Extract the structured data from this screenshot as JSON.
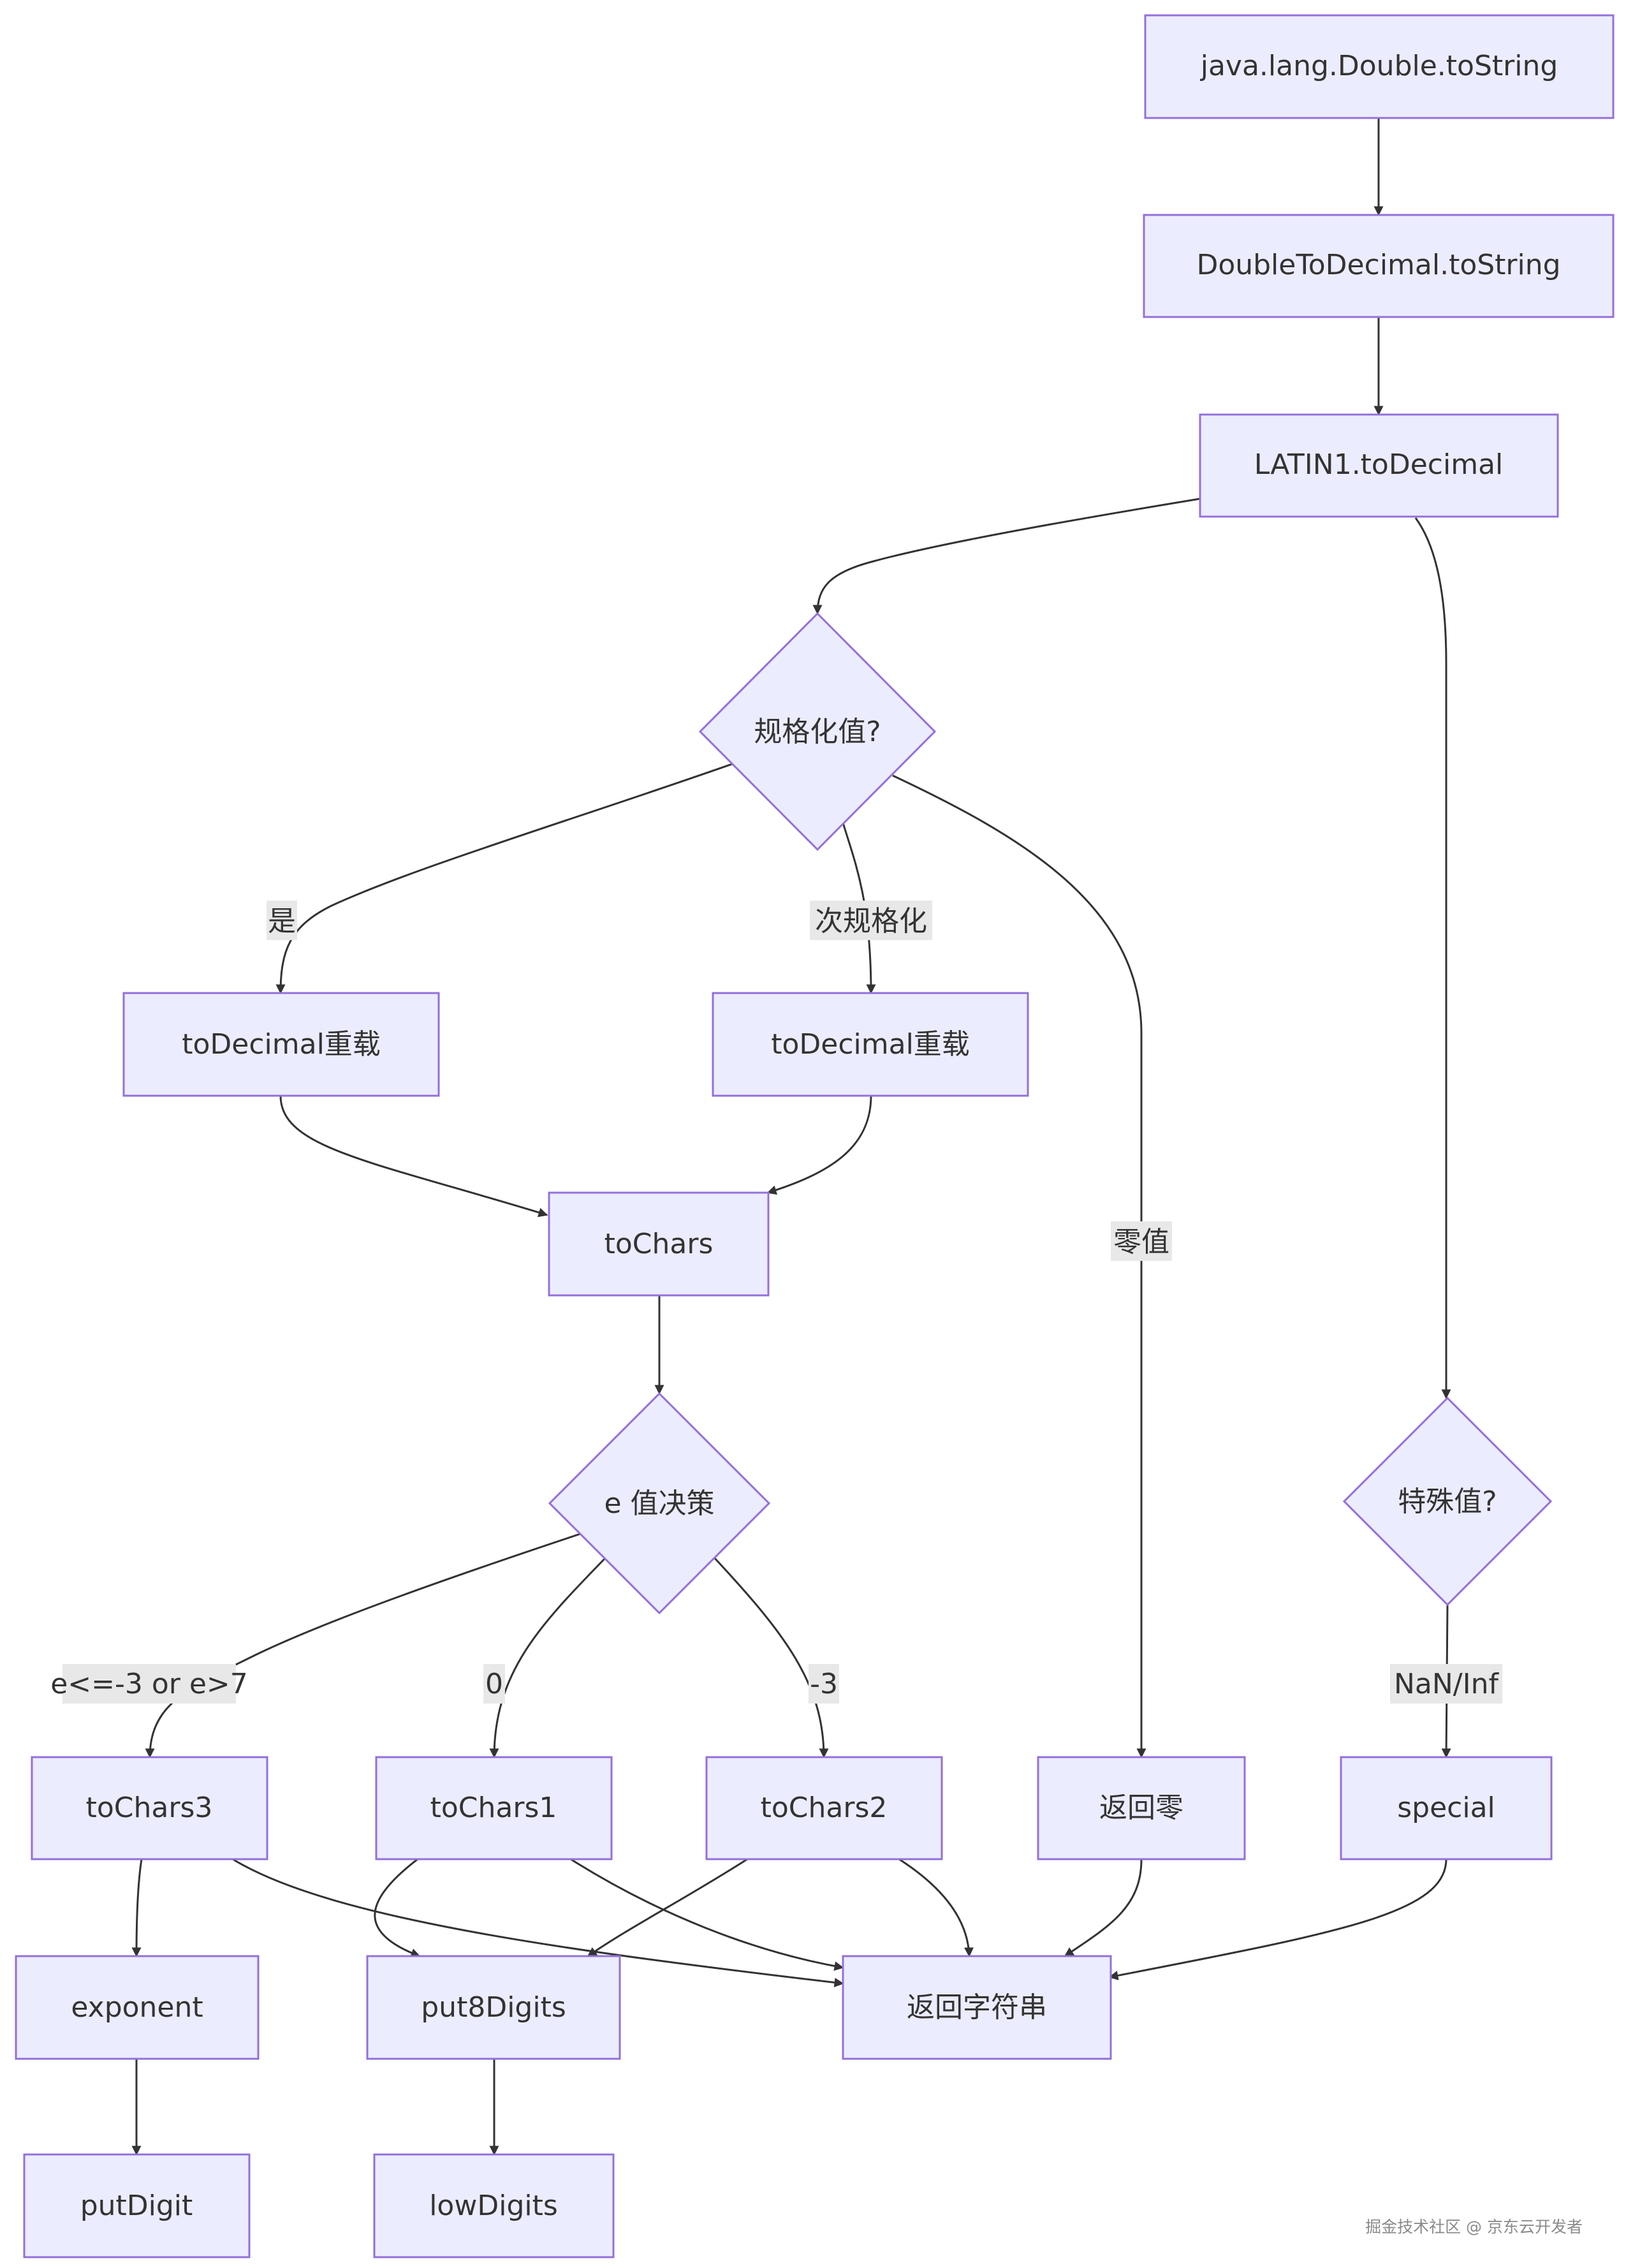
{
  "nodes": {
    "n_tostring": "java.lang.Double.toString",
    "n_d2d": "DoubleToDecimal.toString",
    "n_latin": "LATIN1.toDecimal",
    "n_norm": "规格化值?",
    "n_todec1": "toDecimal重载",
    "n_todec2": "toDecimal重载",
    "n_tochars": "toChars",
    "n_edec": "e 值决策",
    "n_special_q": "特殊值?",
    "n_tochars3": "toChars3",
    "n_tochars1": "toChars1",
    "n_tochars2": "toChars2",
    "n_retzero": "返回零",
    "n_special": "special",
    "n_exponent": "exponent",
    "n_put8": "put8Digits",
    "n_retstr": "返回字符串",
    "n_putdigit": "putDigit",
    "n_lowdigits": "lowDigits"
  },
  "edge_labels": {
    "l_yes": "是",
    "l_subnormal": "次规格化",
    "l_zero": "零值",
    "l_e_range": "e<=-3 or e>7",
    "l_zero_digit": "0",
    "l_minus3": "-3",
    "l_naninf": "NaN/Inf"
  },
  "watermark": "掘金技术社区 @ 京东云开发者",
  "colors": {
    "node_fill": "#ECECFF",
    "node_stroke": "#9370DB",
    "edge": "#333333",
    "label_bg": "#E8E8E8"
  }
}
